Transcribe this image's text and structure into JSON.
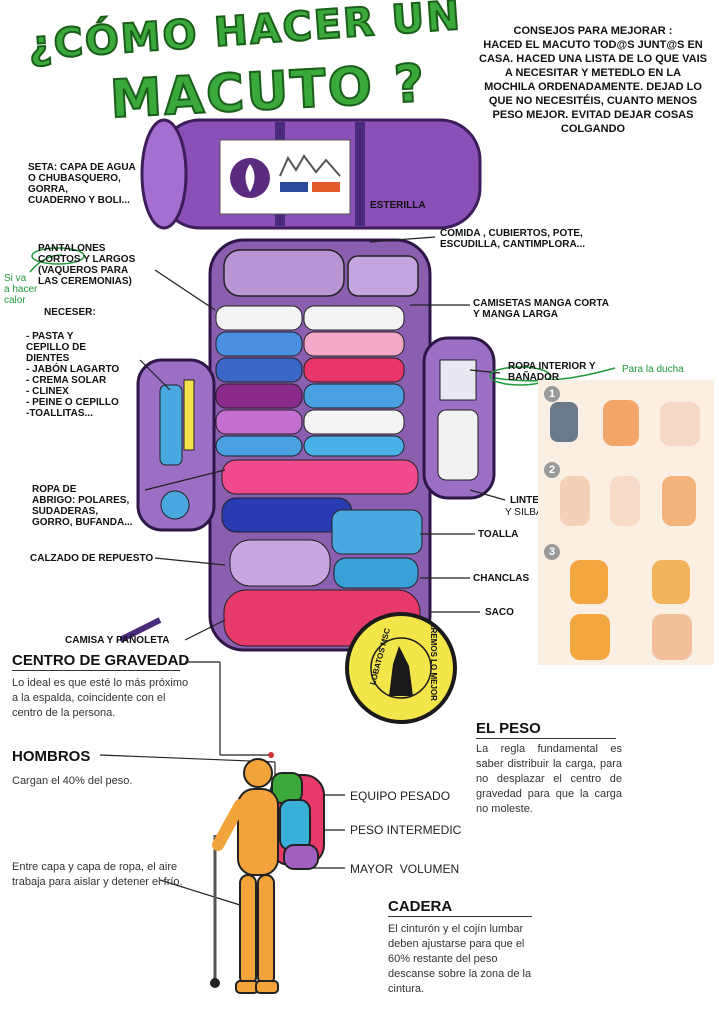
{
  "title": {
    "line1": "¿Cómo hacer un",
    "line2": "macuto ?"
  },
  "tips": "CONSEJOS PARA MEJORAR :\nHACED EL MACUTO TOD@S JUNT@S EN CASA. HACED UNA LISTA DE LO QUE VAIS A NECESITAR Y METEDLO EN LA MOCHILA ORDENADAMENTE. DEJAD LO QUE NO NECESITÉIS, CUANTO MENOS PESO MEJOR. EVITAD DEJAR COSAS COLGANDO",
  "labels": {
    "seta": "SETA: CAPA DE AGUA\nO CHUBASQUERO,\nGORRA,\nCUADERNO Y BOLI...",
    "esterilla": "ESTERILLA",
    "comida": "COMIDA , CUBIERTOS, POTE,\nESCUDILLA, CANTIMPLORA...",
    "pantalones": "PANTALONES\nCORTOS Y LARGOS\n(VAQUEROS PARA\nLAS CEREMONIAS)",
    "si_va": "Si va\na hacer\ncalor",
    "camisetas": "CAMISETAS MANGA CORTA\nY MANGA LARGA",
    "neceser_title": "NECESER:",
    "neceser_list": "- PASTA Y\nCEPILLO DE\nDIENTES\n- JABÓN LAGARTO\n- CREMA SOLAR\n- CLINEX\n- PEINE O CEPILLO\n-TOALLITAS...",
    "ropa_interior": "ROPA INTERIOR Y\nBAÑADOR",
    "para_ducha": "Para la ducha",
    "abrigo": "ROPA DE\nABRIGO: POLARES,\nSUDADERAS,\nGORRO, BUFANDA...",
    "linterna": "LINTERNA",
    "silbato": "Y SILBATO",
    "toalla": "TOALLA",
    "calzado": "CALZADO DE REPUESTO",
    "chanclas": "CHANCLAS",
    "saco": "SACO",
    "camisa": "CAMISA Y PAÑOLETA"
  },
  "badge": {
    "outer_left": "LOBATOS MSC",
    "outer_right": "HAREMOS LO MEJOR"
  },
  "steps": [
    "1",
    "2",
    "3"
  ],
  "centro": {
    "heading": "CENTRO DE GRAVEDAD",
    "text": "Lo ideal es que esté lo más próximo a la espalda, coincidente con el centro de la persona."
  },
  "hombros": {
    "heading": "HOMBROS",
    "text": "Cargan el 40% del peso."
  },
  "capas": {
    "text": "Entre capa y capa de ropa, el aire trabaja para aislar y detener el frío."
  },
  "peso": {
    "heading": "EL PESO",
    "text": "La regla fundamental es saber distribuir la carga, para no desplazar el centro de gravedad para que la carga no moleste."
  },
  "load": {
    "pesado": "EQUIPO PESADO",
    "intermedio": "PESO INTERMEDIC",
    "volumen": "MAYOR  VOLUMEN"
  },
  "cadera": {
    "heading": "CADERA",
    "text": "El cinturón y el cojín lumbar deben ajustarse para que el 60% restante del peso descanse sobre la zona de la cintura."
  },
  "colors": {
    "purple": "#8a5fb0",
    "green": "#3aa83a",
    "pink": "#e8356a",
    "orange": "#f2a33a"
  }
}
